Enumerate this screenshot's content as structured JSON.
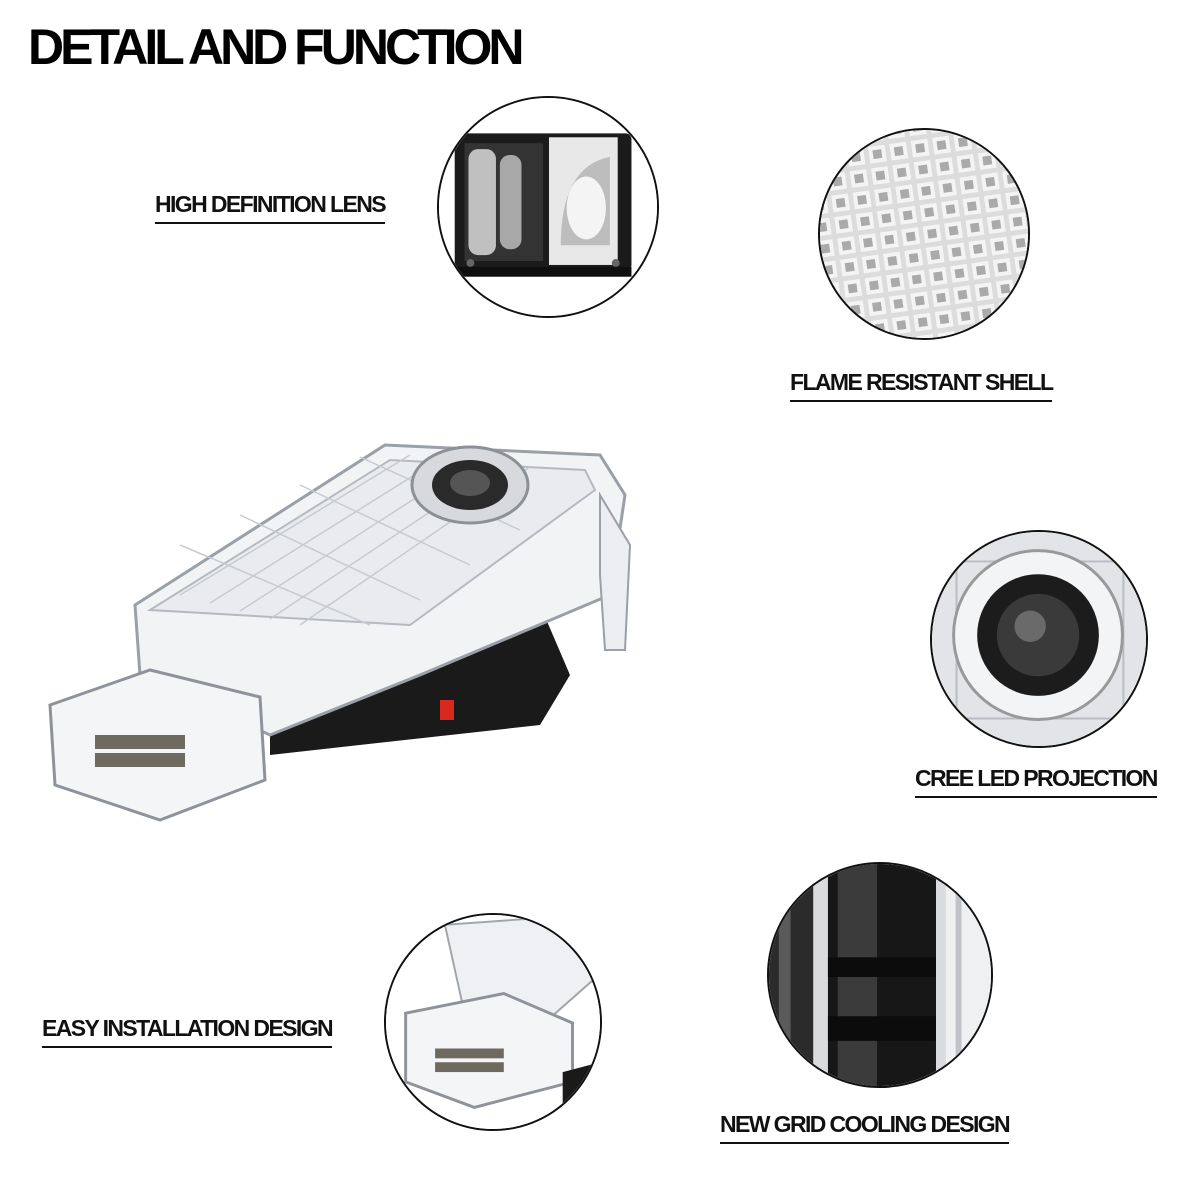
{
  "title": "DETAIL AND FUNCTION",
  "features": {
    "lens": "HIGH DEFINITION LENS",
    "shell": "FLAME RESISTANT SHELL",
    "led": "CREE LED PROJECTION",
    "install": "EASY INSTALLATION DESIGN",
    "cooling": "NEW GRID COOLING DESIGN"
  },
  "colors": {
    "text": "#111111",
    "accent": "#d9281e"
  }
}
